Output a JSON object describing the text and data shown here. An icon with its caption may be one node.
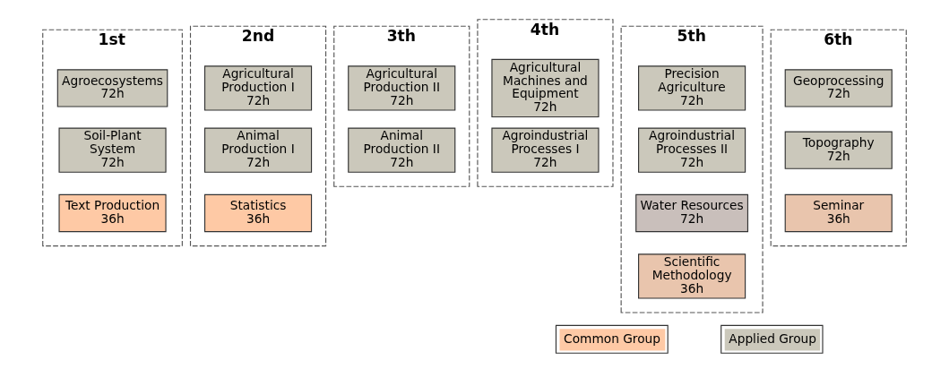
{
  "diagram": {
    "nodes": [
      {
        "text": [
          "1st"
        ]
      },
      {
        "text": [
          "Agroecosystems",
          "72h"
        ],
        "in": 0
      },
      {
        "text": [
          "Soil-Plant System",
          "72h"
        ],
        "in": 0
      },
      {
        "text": [
          "Text Production",
          "36h"
        ],
        "in": 0
      },
      {
        "text": [
          "2nd"
        ]
      },
      {
        "text": [
          "Agricultural Production I",
          "72h"
        ],
        "in": 4
      },
      {
        "text": [
          "Animal Production I",
          "72h"
        ],
        "in": 4
      },
      {
        "text": [
          "Statistics",
          "36h"
        ],
        "in": 4
      },
      {
        "text": [
          "3th"
        ]
      },
      {
        "text": [
          "Agricultural Production II",
          "72h"
        ],
        "in": 8
      },
      {
        "text": [
          "Animal Production II",
          "72h"
        ],
        "in": 8
      },
      {
        "text": [
          "4th"
        ]
      },
      {
        "text": [
          "Agricultural Machines and Equipment",
          "72h"
        ],
        "in": 11
      },
      {
        "text": [
          "Agroindustrial Processes I",
          "72h"
        ],
        "in": 11
      },
      {
        "text": [
          "5th"
        ]
      },
      {
        "text": [
          "Precision Agriculture",
          "72h"
        ],
        "in": 14
      },
      {
        "text": [
          "Agroindustrial Processes II",
          "72h"
        ],
        "in": 14
      },
      {
        "text": [
          "Water Resources",
          "72h"
        ],
        "in": 14
      },
      {
        "text": [
          "Scientific Methodology",
          "36h"
        ],
        "in": 14
      },
      {
        "text": [
          "6th"
        ]
      },
      {
        "text": [
          "Geoprocessing",
          "72h"
        ],
        "in": 19
      },
      {
        "text": [
          "Topography",
          "72h"
        ],
        "in": 19
      },
      {
        "text": [
          "Seminar",
          "36h"
        ],
        "in": 19
      }
    ],
    "edges": [],
    "legend": [
      {
        "text": "Common Group",
        "color": "#fec9a5"
      },
      {
        "text": "Applied Group",
        "color": "#cbc8bb"
      }
    ]
  }
}
